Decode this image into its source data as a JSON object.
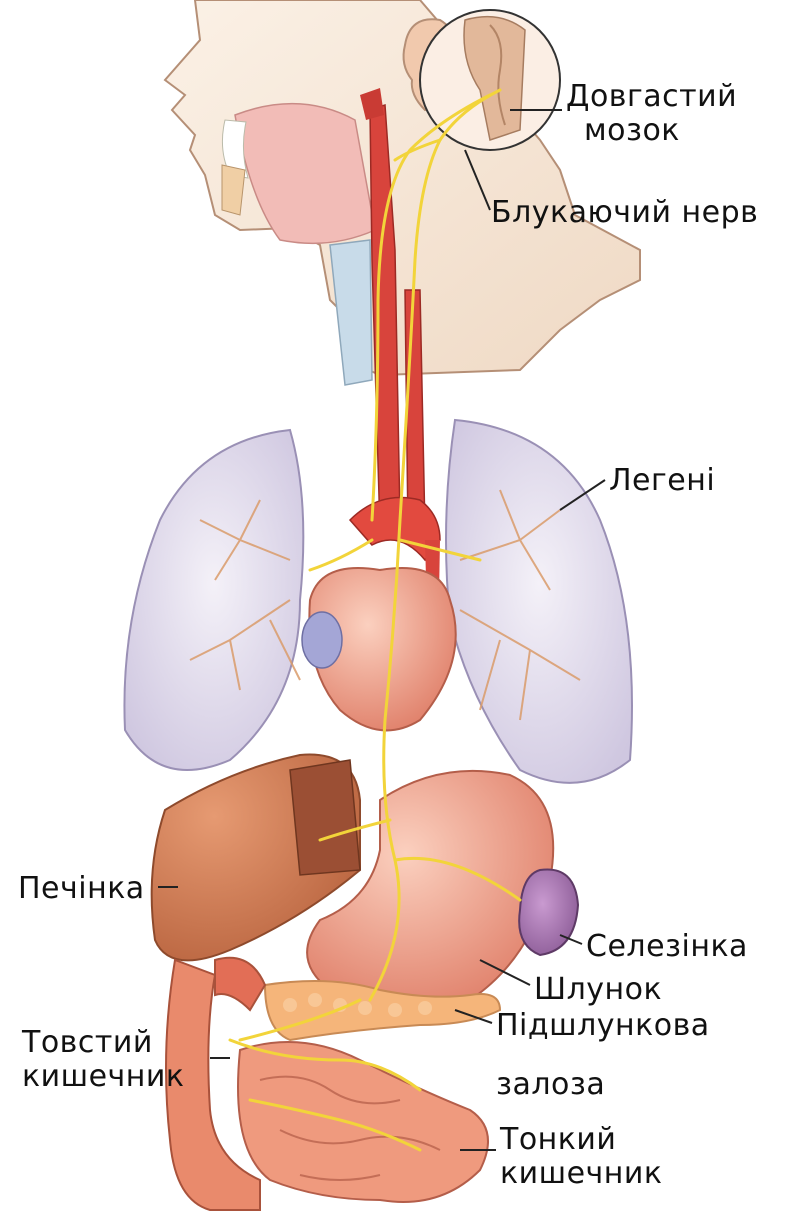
{
  "labels": {
    "medulla_line1": "Довгастий",
    "medulla_line2": "мозок",
    "vagus_nerve": "Блукаючий нерв",
    "lungs": "Легені",
    "liver": "Печінка",
    "spleen": "Селезінка",
    "stomach": "Шлунок",
    "pancreas_line1": "Підшлункова",
    "pancreas_line2": "залоза",
    "large_intestine_line1": "Товстий",
    "large_intestine_line2": "кишечник",
    "small_intestine_line1": "Тонкий",
    "small_intestine_line2": "кишечник"
  },
  "colors": {
    "nerve": "#f2d43a",
    "artery": "#d8443c",
    "organ": "#ef9a7e",
    "liver": "#d27a52",
    "lung_fill": "#e7e2f0",
    "lung_vessels": "#d99b6a",
    "spleen": "#a77ab0",
    "pancreas": "#f5b57a",
    "skin": "#f6e6d6",
    "label_text": "#111111"
  }
}
